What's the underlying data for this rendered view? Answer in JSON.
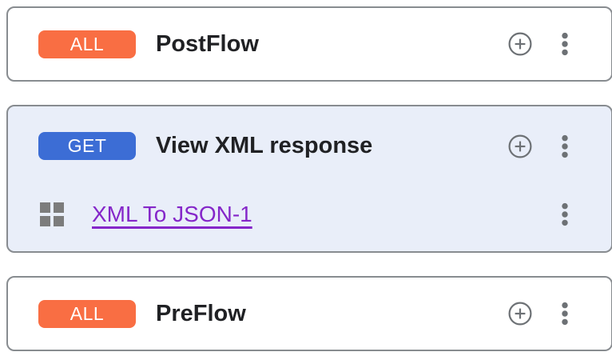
{
  "colors": {
    "all_badge": "#f96e43",
    "get_badge": "#3c6dd5",
    "selected_card_bg": "#e9eef9",
    "card_border": "#888c90",
    "policy_link": "#8527c9",
    "icon_gray": "#6d7175",
    "title_text": "#202124"
  },
  "icons": {
    "add": "add-circle-icon",
    "menu": "more-vert-icon",
    "policy_handle": "grid-handle-icon"
  },
  "flows": [
    {
      "badge": "ALL",
      "title": "PostFlow",
      "policies": []
    },
    {
      "badge": "GET",
      "title": "View XML response",
      "selected": true,
      "policies": [
        {
          "name": "XML To JSON-1"
        }
      ]
    },
    {
      "badge": "ALL",
      "title": "PreFlow",
      "policies": []
    }
  ]
}
